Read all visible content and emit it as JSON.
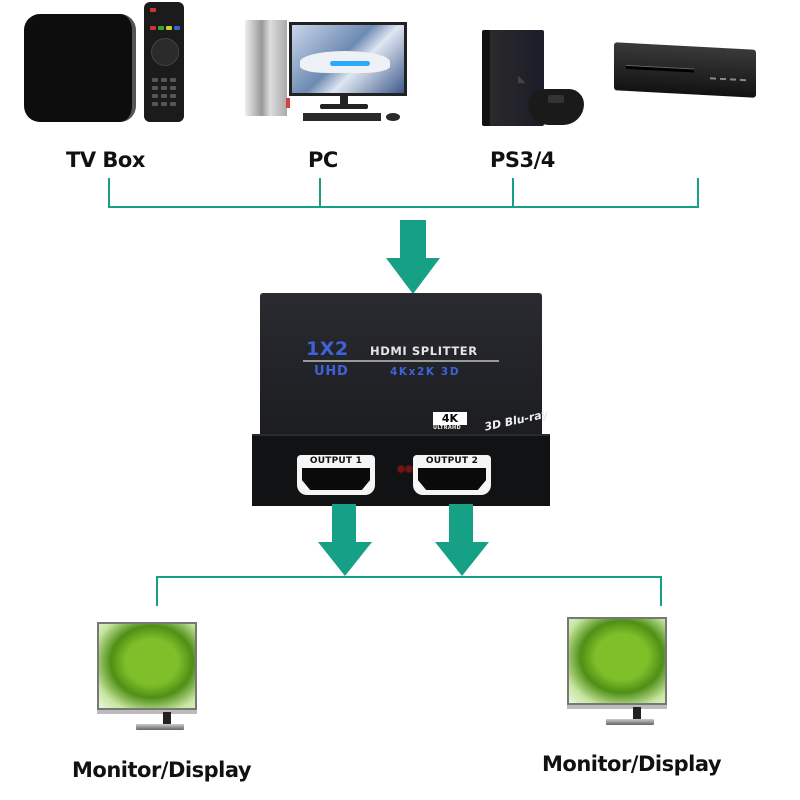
{
  "diagram": {
    "title": "1X2 HDMI Splitter connection diagram",
    "accent_color": "#16a085",
    "sources": [
      {
        "label": "TV Box",
        "icon": "tv-box-icon"
      },
      {
        "label": "PC",
        "icon": "desktop-pc-icon"
      },
      {
        "label": "PS3/4",
        "icon": "game-console-icon"
      },
      {
        "label": "",
        "icon": "dvd-player-icon"
      }
    ],
    "splitter": {
      "model": "1X2",
      "name": "HDMI SPLITTER",
      "line2_left": "UHD",
      "line2_right": "4Kx2K 3D",
      "badge_4k": "4K",
      "badge_4k_sub": "ULTRAHD",
      "badge_3d": "3D Blu-ray",
      "outputs": [
        "OUTPUT 1",
        "OUTPUT 2"
      ]
    },
    "displays": [
      {
        "label": "Monitor/Display",
        "icon": "monitor-icon"
      },
      {
        "label": "Monitor/Display",
        "icon": "monitor-icon"
      }
    ]
  }
}
